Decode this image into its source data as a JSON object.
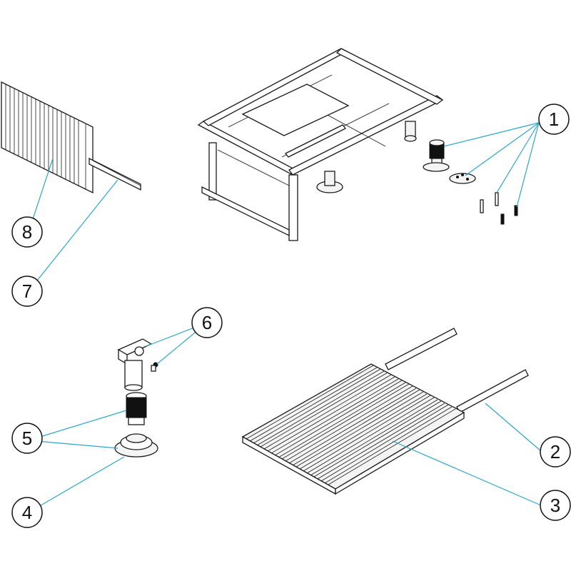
{
  "callouts": [
    {
      "id": "1",
      "label": "1"
    },
    {
      "id": "2",
      "label": "2"
    },
    {
      "id": "3",
      "label": "3"
    },
    {
      "id": "4",
      "label": "4"
    },
    {
      "id": "5",
      "label": "5"
    },
    {
      "id": "6",
      "label": "6"
    },
    {
      "id": "7",
      "label": "7"
    },
    {
      "id": "8",
      "label": "8"
    }
  ],
  "colors": {
    "leader": "#2aa7c9",
    "outline": "#1a1a1a",
    "fill": "#f4f4f4"
  }
}
